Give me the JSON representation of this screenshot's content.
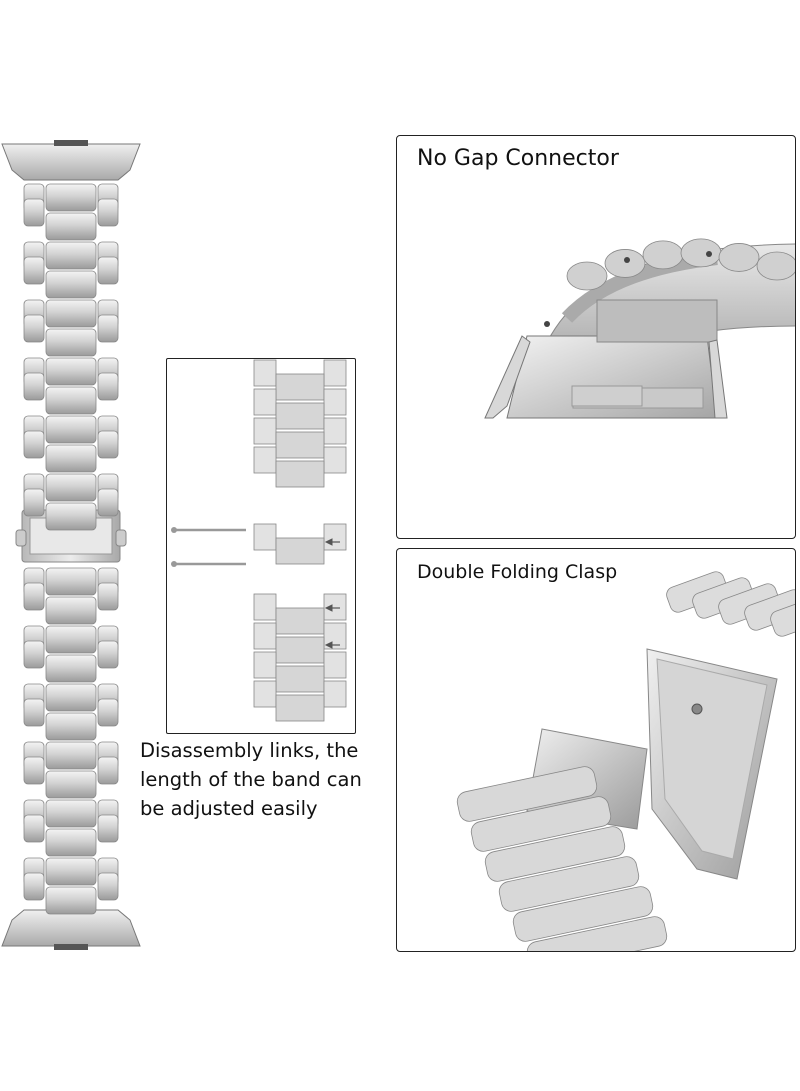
{
  "panels": {
    "connector": {
      "title": "No Gap Connector"
    },
    "clasp": {
      "title": "Double Folding Clasp"
    }
  },
  "caption": {
    "line1": "Disassembly links, the",
    "line2": "length of the band can",
    "line3": "be adjusted easily"
  },
  "colors": {
    "steel_light": "#e6e6e6",
    "steel_mid": "#c4c4c4",
    "steel_dark": "#8e8e8e",
    "border": "#222222"
  },
  "icons": [
    "watch-band-photo",
    "link-removal-diagram",
    "pin-icon",
    "arrow-left-icon",
    "connector-photo",
    "clasp-photo"
  ]
}
